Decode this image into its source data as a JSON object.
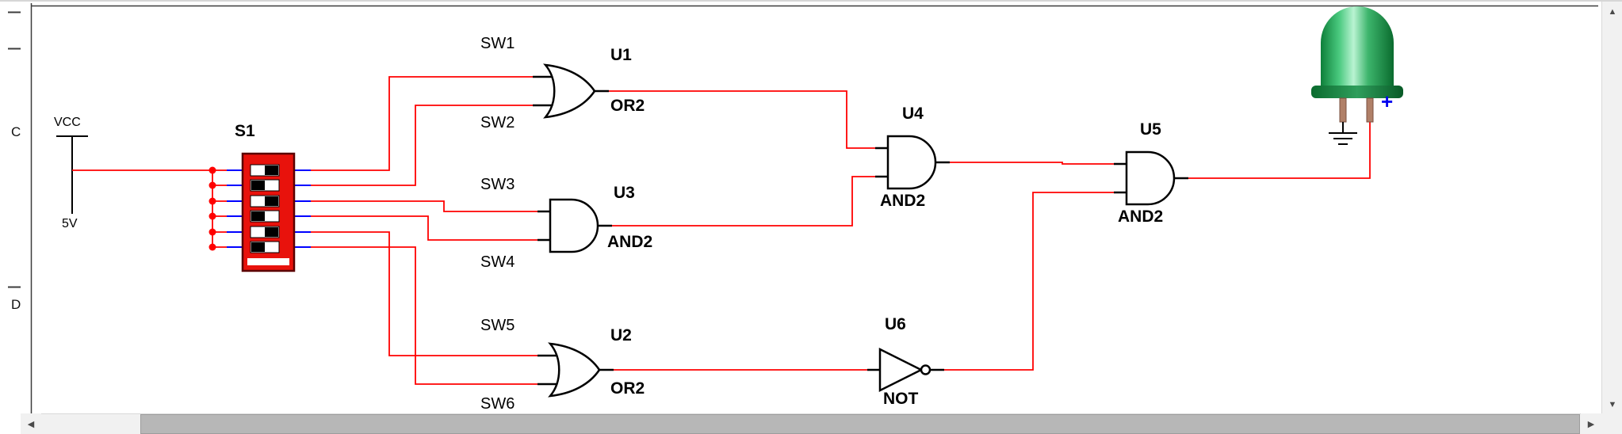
{
  "schematic": {
    "power_source": {
      "label": "VCC",
      "value": "5V"
    },
    "dip_switch": {
      "ref": "S1",
      "positions": 6
    },
    "net_labels": {
      "sw1": "SW1",
      "sw2": "SW2",
      "sw3": "SW3",
      "sw4": "SW4",
      "sw5": "SW5",
      "sw6": "SW6"
    },
    "gates": {
      "u1": {
        "ref": "U1",
        "type": "OR2"
      },
      "u2": {
        "ref": "U2",
        "type": "OR2"
      },
      "u3": {
        "ref": "U3",
        "type": "AND2"
      },
      "u4": {
        "ref": "U4",
        "type": "AND2"
      },
      "u5": {
        "ref": "U5",
        "type": "AND2"
      },
      "u6": {
        "ref": "U6",
        "type": "NOT"
      }
    },
    "led": {
      "polarity": "+"
    },
    "colors": {
      "wire": "#ff0000",
      "pin_stub": "#0000ff",
      "junction_dot": "#ff0000",
      "switch_body": "#e8120c",
      "led_green": "#2aa85a",
      "polarity_mark": "#0000ee",
      "gate_outline": "#000000"
    }
  },
  "sheet_border": {
    "rows": [
      "C",
      "D"
    ]
  },
  "scrollbars": {
    "up": "▲",
    "down": "▼",
    "left": "◀",
    "right": "▶"
  }
}
